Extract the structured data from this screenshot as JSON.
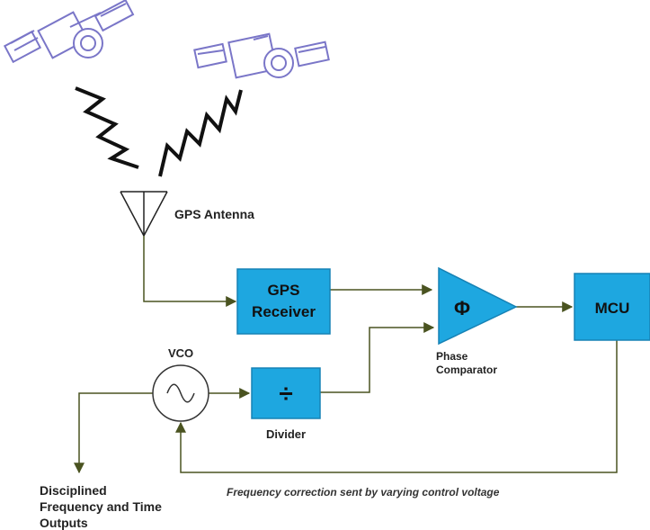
{
  "colors": {
    "block_fill": "#1ea7e0",
    "block_stroke": "#1682b5",
    "wire": "#4a5320",
    "satellite": "#7a76c8",
    "signal": "#111111"
  },
  "labels": {
    "gps_antenna": "GPS Antenna",
    "gps_receiver_line1": "GPS",
    "gps_receiver_line2": "Receiver",
    "phase_symbol": "Φ",
    "phase_comparator_line1": "Phase",
    "phase_comparator_line2": "Comparator",
    "mcu": "MCU",
    "vco": "VCO",
    "divider_symbol": "÷",
    "divider": "Divider",
    "outputs_line1": "Disciplined",
    "outputs_line2": "Frequency and Time",
    "outputs_line3": "Outputs",
    "feedback": "Frequency correction sent by varying control voltage"
  },
  "icons": {
    "satellite_left": "satellite-icon",
    "satellite_right": "satellite-icon",
    "antenna": "antenna-icon",
    "vco_symbol": "sine-wave-icon"
  }
}
